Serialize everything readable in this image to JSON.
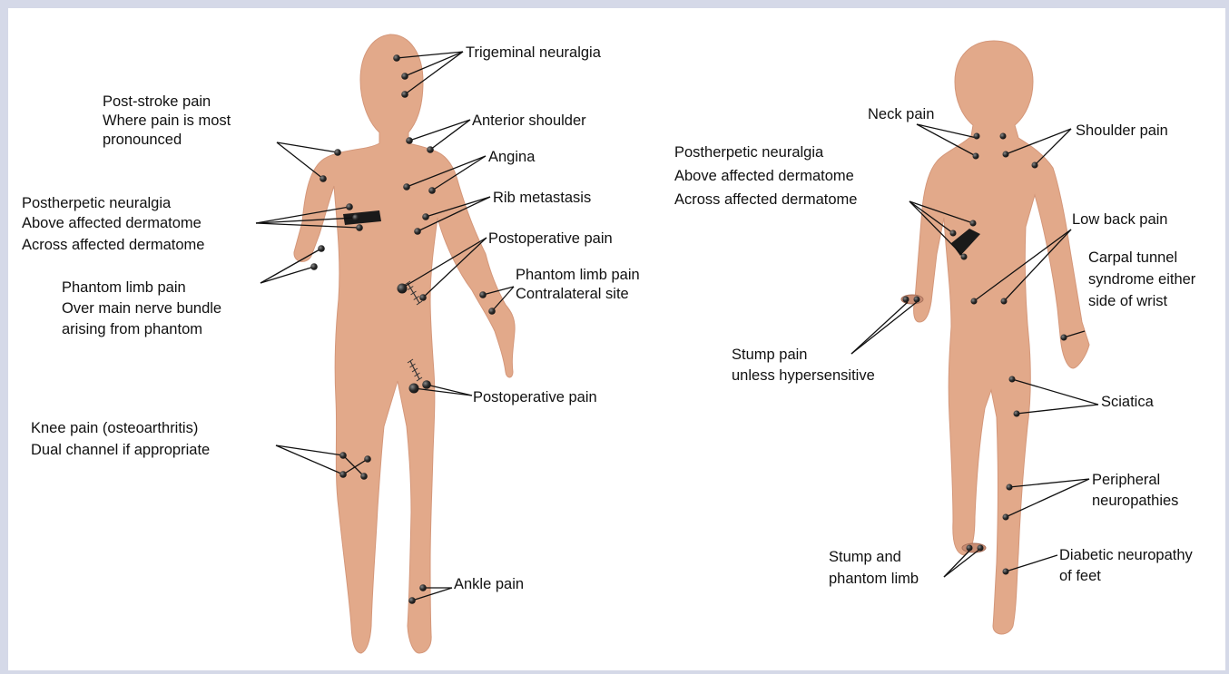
{
  "front_labels": {
    "trigeminal": "Trigeminal neuralgia",
    "poststroke_1": "Post-stroke pain",
    "poststroke_2": "Where pain is most",
    "poststroke_3": "pronounced",
    "anterior_shoulder": "Anterior shoulder",
    "angina": "Angina",
    "rib_metastasis": "Rib metastasis",
    "postherpetic_1": "Postherpetic neuralgia",
    "postherpetic_2": "Above affected dermatome",
    "postherpetic_3": "Across affected dermatome",
    "postop_upper": "Postoperative pain",
    "phantom_contra_1": "Phantom limb pain",
    "phantom_contra_2": "Contralateral site",
    "phantom_main_1": "Phantom limb pain",
    "phantom_main_2": "Over main nerve bundle",
    "phantom_main_3": "arising from phantom",
    "postop_lower": "Postoperative pain",
    "knee_1": "Knee pain (osteoarthritis)",
    "knee_2": "Dual channel if appropriate",
    "ankle": "Ankle pain"
  },
  "back_labels": {
    "neck": "Neck pain",
    "shoulder": "Shoulder pain",
    "postherpetic_1": "Postherpetic neuralgia",
    "postherpetic_2": "Above affected dermatome",
    "postherpetic_3": "Across affected dermatome",
    "low_back": "Low back pain",
    "carpal_1": "Carpal tunnel",
    "carpal_2": "syndrome either",
    "carpal_3": "side of wrist",
    "stump_1": "Stump pain",
    "stump_2": "unless hypersensitive",
    "sciatica": "Sciatica",
    "peripheral_1": "Peripheral",
    "peripheral_2": "neuropathies",
    "stump_phantom_1": "Stump and",
    "stump_phantom_2": "phantom limb",
    "diabetic_1": "Diabetic neuropathy",
    "diabetic_2": "of feet"
  },
  "colors": {
    "skin": "#e2a98a",
    "skin_shadow": "#cf8f70",
    "electrode": "#2a2a2a",
    "frame": "#d5d9e8"
  }
}
